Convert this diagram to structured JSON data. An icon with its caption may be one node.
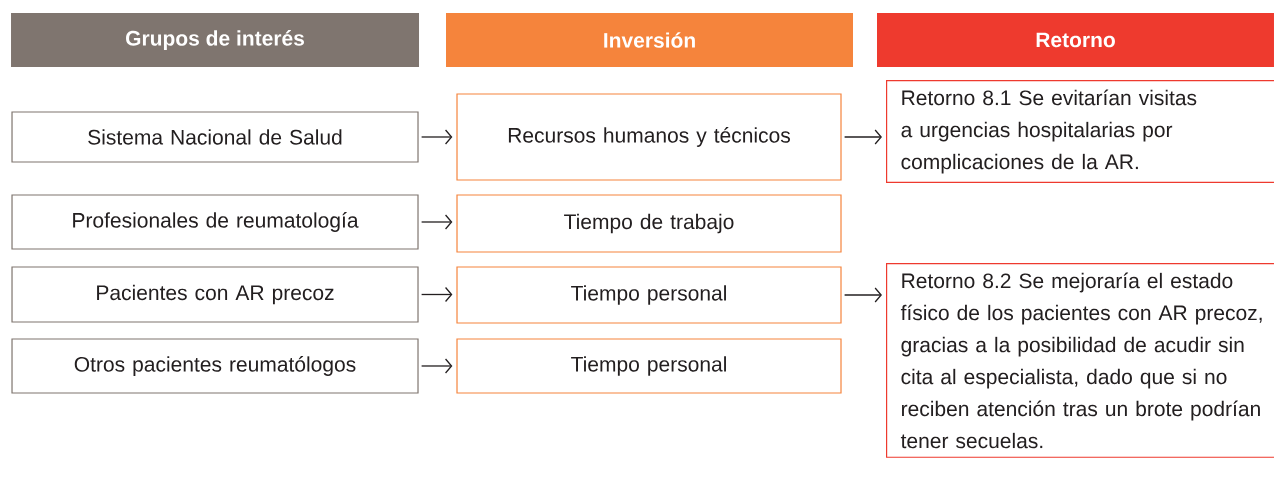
{
  "diagram": {
    "nodes": [
      {
        "text": [
          "Grupos de interés"
        ]
      },
      {
        "text": [
          "Inversión"
        ]
      },
      {
        "text": [
          "Retorno"
        ]
      },
      {
        "text": [
          "Sistema Nacional de Salud"
        ]
      },
      {
        "text": [
          "Profesionales de reumatología"
        ]
      },
      {
        "text": [
          "Pacientes con AR precoz"
        ]
      },
      {
        "text": [
          "Otros pacientes reumatólogos"
        ]
      },
      {
        "text": [
          "Recursos humanos y técnicos"
        ]
      },
      {
        "text": [
          "Tiempo de trabajo"
        ]
      },
      {
        "text": [
          "Tiempo personal"
        ]
      },
      {
        "text": [
          "Tiempo personal"
        ]
      },
      {
        "text": [
          "Retorno 8.1 Se evitarían visitas a urgencias hospitalarias por complicaciones de la AR."
        ]
      },
      {
        "text": [
          "Retorno 8.2 Se mejoraría el estado físico de los pacientes con AR precoz, gracias a la posibilidad de acudir sin cita al especialista, dado que si no reciben atención tras un brote podrían tener secuelas."
        ]
      }
    ],
    "edges": [
      {
        "from": 3,
        "to": 7,
        "arrow": "to"
      },
      {
        "from": 4,
        "to": 8,
        "arrow": "to"
      },
      {
        "from": 5,
        "to": 9,
        "arrow": "to"
      },
      {
        "from": 6,
        "to": 10,
        "arrow": "to"
      },
      {
        "from": 7,
        "to": 11,
        "arrow": "to"
      },
      {
        "from": 9,
        "to": 12,
        "arrow": "to"
      }
    ]
  }
}
